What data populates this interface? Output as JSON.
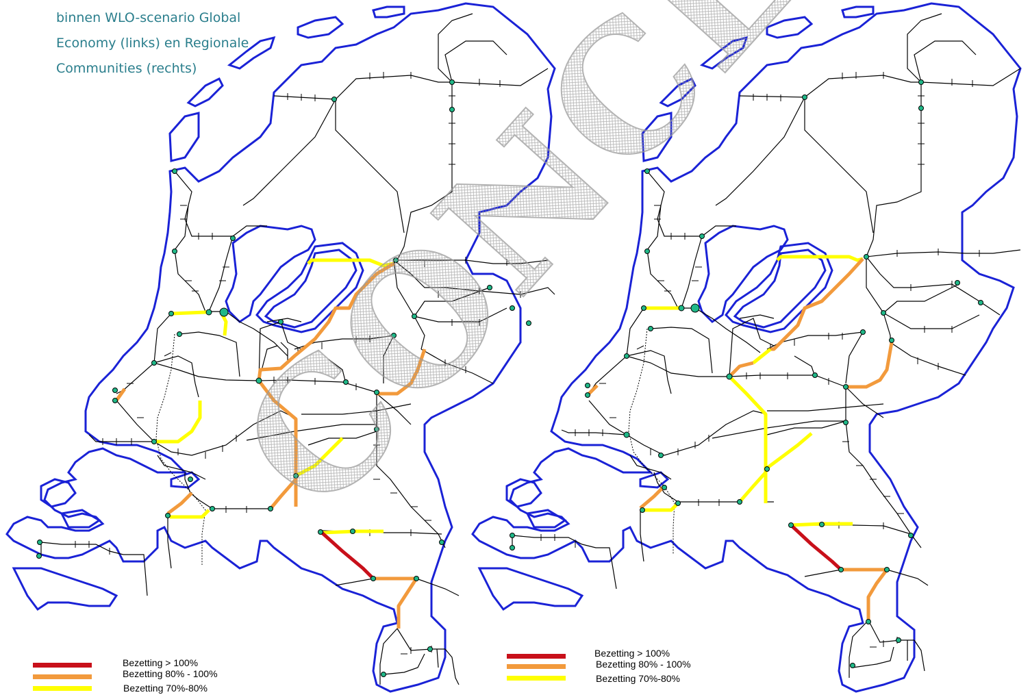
{
  "caption": {
    "line1": "binnen WLO-scenario Global",
    "line2": "Economy (links) en Regionale",
    "line3": "Communities (rechts)"
  },
  "watermark": "CONCEPT",
  "colors": {
    "border": "#1a22d6",
    "rail": "#000000",
    "over100": "#c8101a",
    "p80_100": "#f29a3c",
    "p70_80": "#ffff00",
    "station": "#20b888",
    "caption": "#2a7e8c"
  },
  "legend_left": {
    "over100": "Bezetting > 100%",
    "p80_100": "Bezetting 80% - 100%",
    "p70_80": "Bezetting 70%-80%"
  },
  "legend_right": {
    "over100": "Bezetting > 100%",
    "p80_100": "Bezetting 80% - 100%",
    "p70_80": "Bezetting 70%-80%"
  },
  "maps": [
    {
      "name": "Global Economy",
      "side": "left"
    },
    {
      "name": "Regionale Communities",
      "side": "right"
    }
  ]
}
